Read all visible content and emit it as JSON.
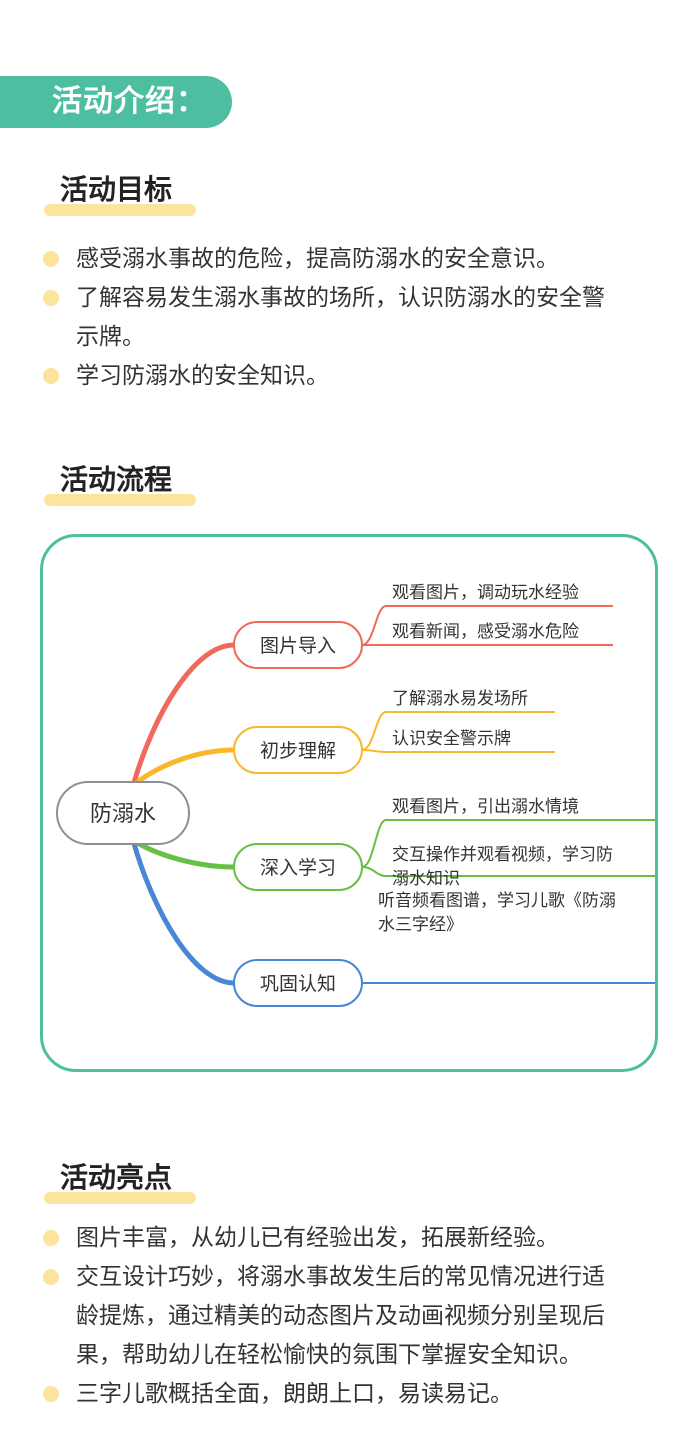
{
  "banner": {
    "title": "活动介绍："
  },
  "goals": {
    "title": "活动目标",
    "items": [
      {
        "lines": [
          "感受溺水事故的危险，提高防溺水的安全意识。"
        ]
      },
      {
        "lines": [
          "了解容易发生溺水事故的场所，认识防溺水的安全警",
          "示牌。"
        ]
      },
      {
        "lines": [
          "学习防溺水的安全知识。"
        ]
      }
    ]
  },
  "process": {
    "title": "活动流程",
    "root": "防溺水",
    "branches": [
      {
        "label": "图片导入",
        "color": "#ef6a5a",
        "leaves": [
          [
            "观看图片，调动玩水经验"
          ],
          [
            "观看新闻，感受溺水危险"
          ]
        ]
      },
      {
        "label": "初步理解",
        "color": "#f7b82c",
        "leaves": [
          [
            "了解溺水易发场所"
          ],
          [
            "认识安全警示牌"
          ]
        ]
      },
      {
        "label": "深入学习",
        "color": "#66c046",
        "leaves": [
          [
            "观看图片，引出溺水情境"
          ],
          [
            "交互操作并观看视频，学习防",
            "溺水知识"
          ]
        ]
      },
      {
        "label": "巩固认知",
        "color": "#4a86d6",
        "leaves": [
          [
            "听音频看图谱，学习儿歌《防溺",
            "水三字经》"
          ]
        ]
      }
    ]
  },
  "highlights": {
    "title": "活动亮点",
    "items": [
      {
        "lines": [
          "图片丰富，从幼儿已有经验出发，拓展新经验。"
        ]
      },
      {
        "lines": [
          "交互设计巧妙，将溺水事故发生后的常见情况进行适",
          "龄提炼，通过精美的动态图片及动画视频分别呈现后",
          "果，帮助幼儿在轻松愉快的氛围下掌握安全知识。"
        ]
      },
      {
        "lines": [
          "三字儿歌概括全面，朗朗上口，易读易记。"
        ]
      }
    ]
  },
  "colors": {
    "accent": "#4dbfa0",
    "highlight": "#fde49c",
    "red": "#ef6a5a",
    "orange": "#f7b82c",
    "green": "#66c046",
    "blue": "#4a86d6"
  }
}
